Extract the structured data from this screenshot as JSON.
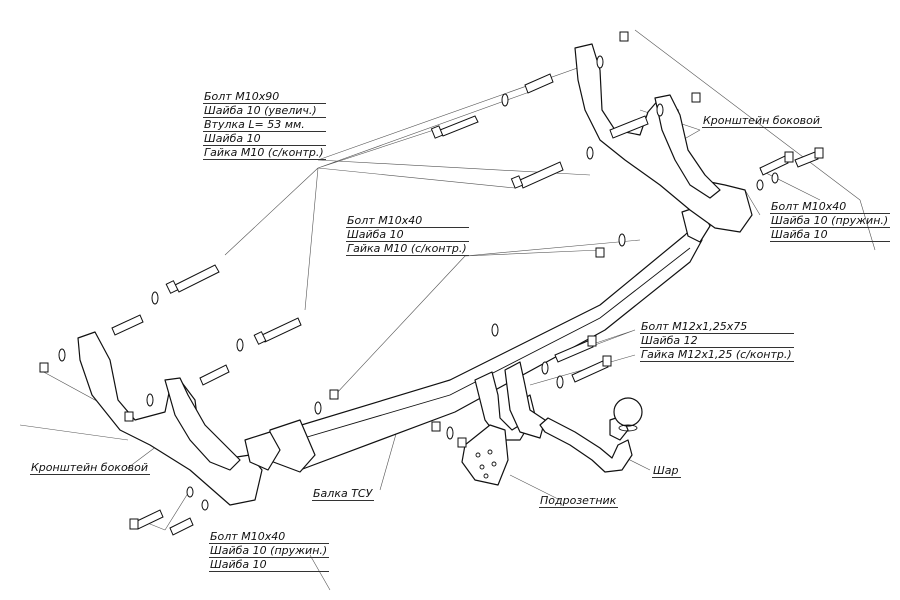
{
  "labels": {
    "kit_top_left": [
      "Болт М10х90",
      "Шайба 10 (увелич.)",
      "Втулка L= 53 мм.",
      "Шайба 10",
      "Гайка М10 (с/контр.)"
    ],
    "kit_beam": [
      "Болт М10х40",
      "Шайба 10",
      "Гайка М10 (с/контр.)"
    ],
    "bracket_right": "Кронштейн боковой",
    "kit_right": [
      "Болт М10х40",
      "Шайба 10 (пружин.)",
      "Шайба 10"
    ],
    "kit_ball": [
      "Болт М12х1,25х75",
      "Шайба 12",
      "Гайка М12х1,25 (с/контр.)"
    ],
    "bracket_left": "Кронштейн боковой",
    "beam": "Балка ТСУ",
    "socket": "Подрозетник",
    "ball": "Шар",
    "kit_bottom": [
      "Болт М10х40",
      "Шайба 10 (пружин.)",
      "Шайба 10"
    ]
  }
}
